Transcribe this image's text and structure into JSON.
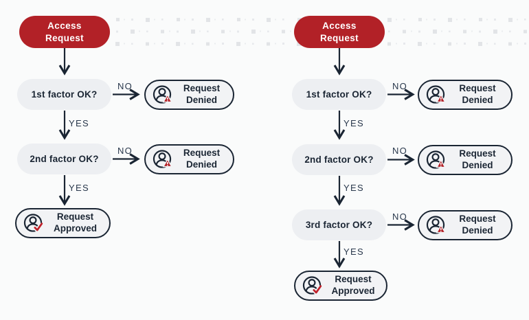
{
  "colors": {
    "accent_red": "#b22127",
    "navy_ink": "#1a2533",
    "question_pill_bg": "#edeff2",
    "result_pill_bg": "#f2f3f5",
    "background": "#fafbfb",
    "dot_square": "#e2e4e7",
    "check_red": "#c0222b"
  },
  "icons": {
    "denied": "user-warning-icon",
    "approved": "user-check-icon"
  },
  "left_chart": {
    "start_label": "Access Request",
    "steps": [
      {
        "question": "1st factor OK?",
        "no_label": "NO",
        "denied_label": "Request Denied",
        "yes_label": "YES"
      },
      {
        "question": "2nd factor OK?",
        "no_label": "NO",
        "denied_label": "Request Denied",
        "yes_label": "YES"
      }
    ],
    "approved_label": "Request Approved"
  },
  "right_chart": {
    "start_label": "Access Request",
    "steps": [
      {
        "question": "1st factor OK?",
        "no_label": "NO",
        "denied_label": "Request Denied",
        "yes_label": "YES"
      },
      {
        "question": "2nd factor OK?",
        "no_label": "NO",
        "denied_label": "Request Denied",
        "yes_label": "YES"
      },
      {
        "question": "3rd factor OK?",
        "no_label": "NO",
        "denied_label": "Request Denied",
        "yes_label": "YES"
      }
    ],
    "approved_label": "Request Approved"
  }
}
